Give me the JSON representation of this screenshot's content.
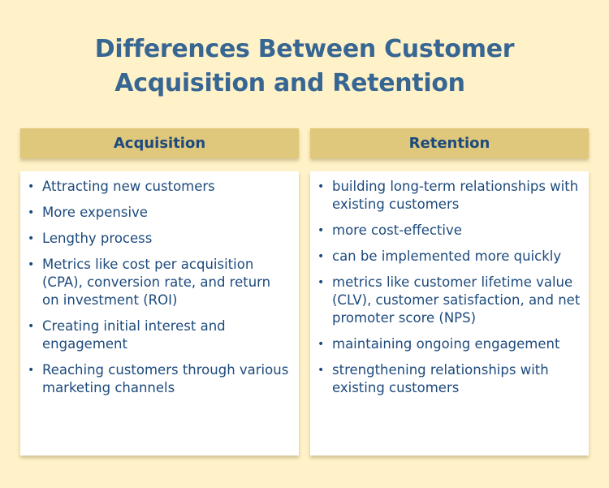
{
  "title": {
    "line1": "Differences Between Customer",
    "line2": "Acquisition and Retention"
  },
  "colors": {
    "background": "#fff1c8",
    "header_fill": "#dfc77b",
    "title_text": "#366691",
    "body_text": "#1d4a7c",
    "panel": "#ffffff"
  },
  "columns": [
    {
      "heading": "Acquisition",
      "items": [
        "Attracting new customers",
        "More expensive",
        "Lengthy process",
        "Metrics like cost per acquisition (CPA), conversion rate, and return on investment (ROI)",
        "Creating initial interest and engagement",
        "Reaching customers through various marketing channels"
      ]
    },
    {
      "heading": "Retention",
      "items": [
        "building long-term relationships with existing customers",
        "more cost-effective",
        "can be implemented more quickly",
        "metrics like customer lifetime value (CLV), customer satisfaction, and net promoter score (NPS)",
        "maintaining ongoing engagement",
        "strengthening relationships with existing customers"
      ]
    }
  ],
  "bullet_glyph": "•"
}
